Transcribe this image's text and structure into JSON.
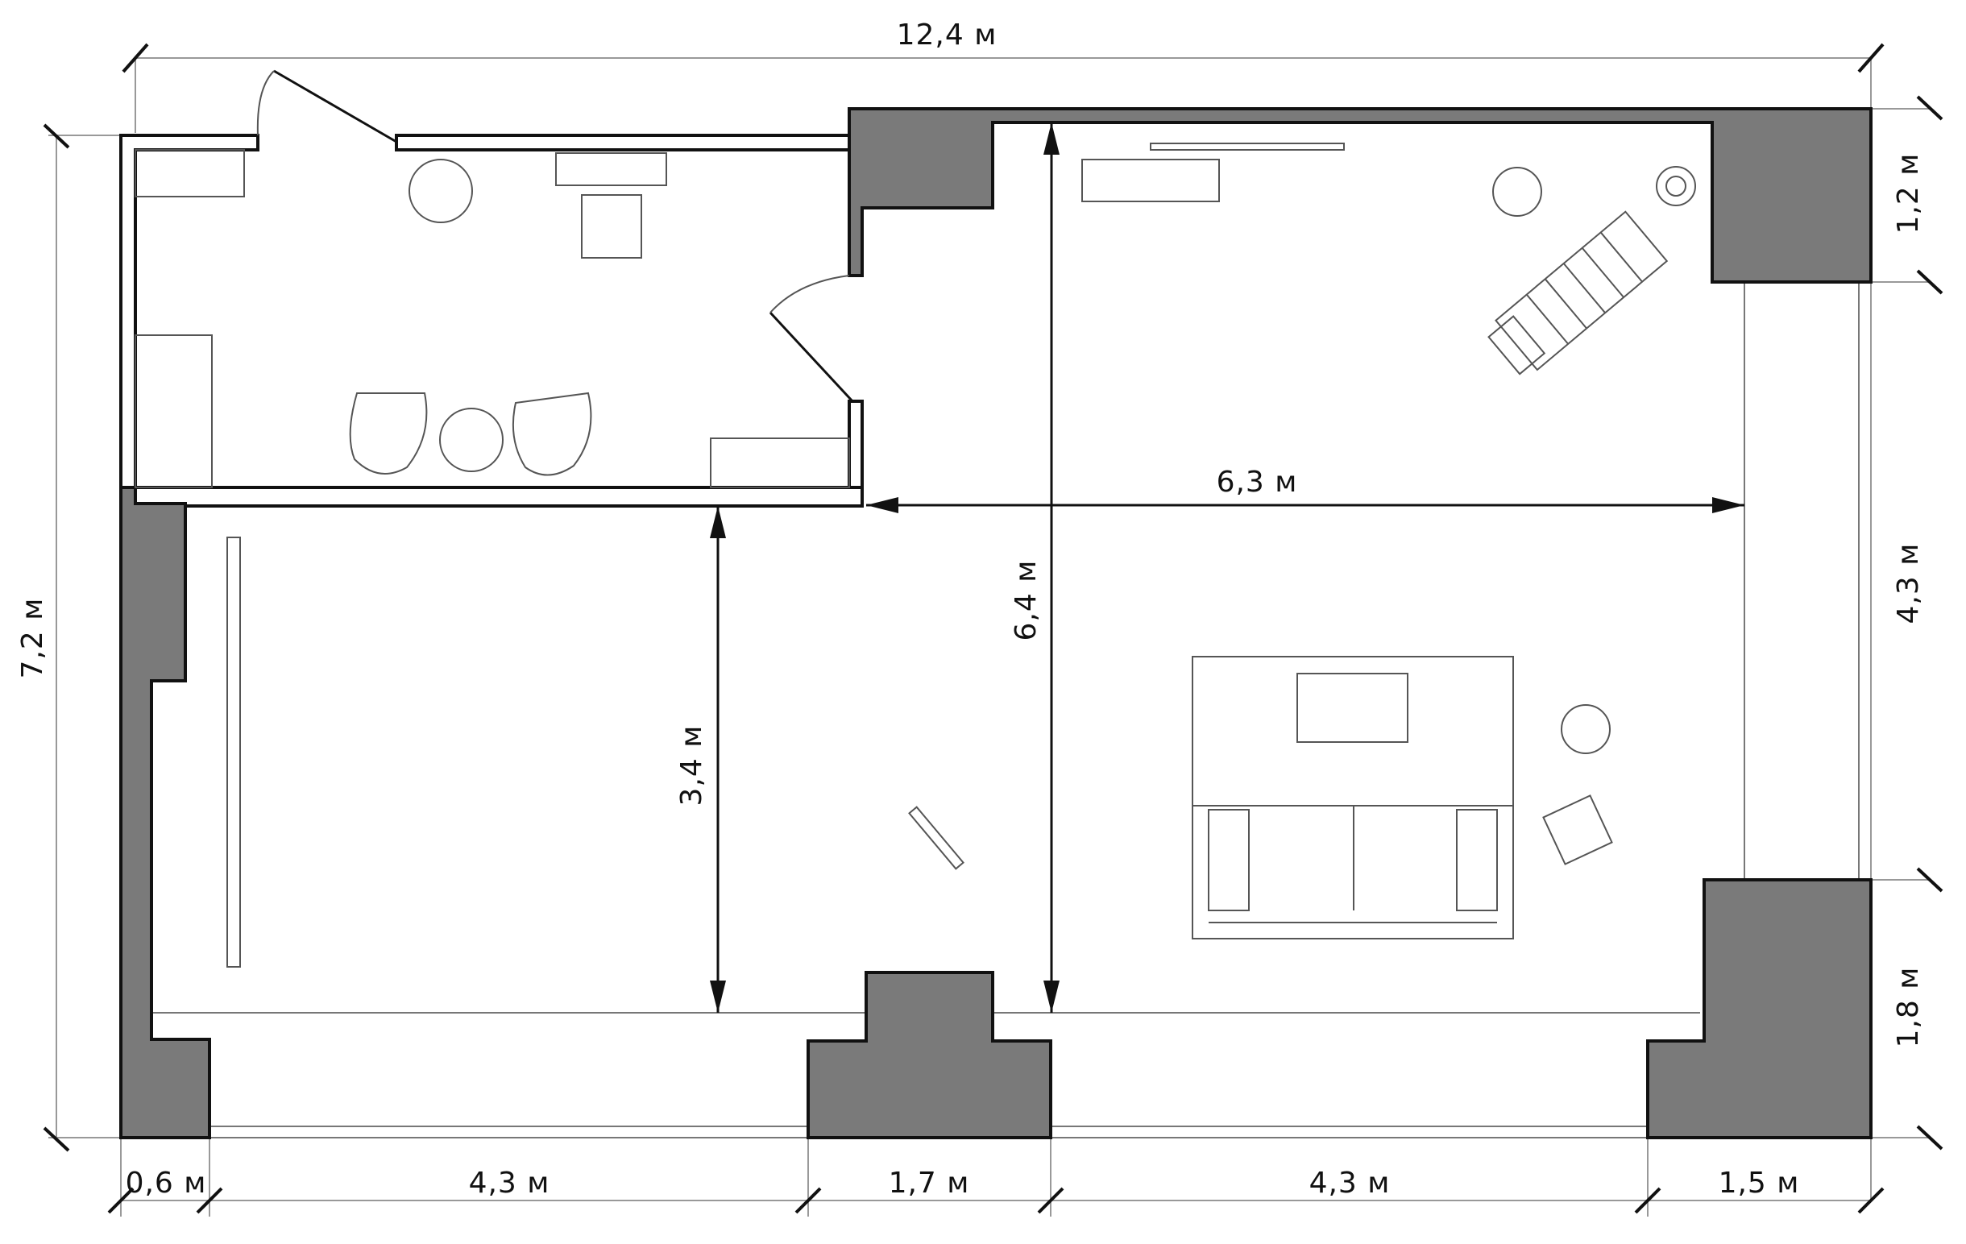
{
  "dimensions": {
    "total_width": "12,4 м",
    "total_height": "7,2 м",
    "top_right": "1,2 м",
    "mid_right": "4,3 м",
    "bottom_right": "1,8 м",
    "bottom_1": "0,6 м",
    "bottom_2": "4,3 м",
    "bottom_3": "1,7 м",
    "bottom_4": "4,3 м",
    "bottom_5": "1,5 м",
    "inner_width": "6,3 м",
    "inner_height_right": "6,4 м",
    "inner_height_left": "3,4 м"
  },
  "colors": {
    "wall_fill": "#7a7a7a",
    "line": "#111111",
    "furniture": "#555555"
  }
}
